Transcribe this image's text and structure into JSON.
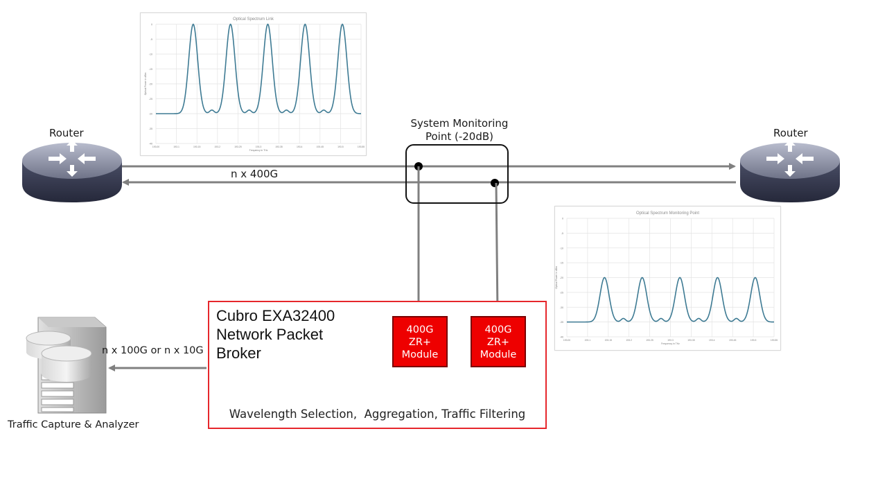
{
  "routers": {
    "left_label": "Router",
    "right_label": "Router"
  },
  "link": {
    "main_label": "n x 400G",
    "capture_label": "n x 100G or n x 10G"
  },
  "monitor": {
    "label_line1": "System Monitoring",
    "label_line2": "Point (-20dB)"
  },
  "npb": {
    "title_line1": "Cubro EXA32400",
    "title_line2": "Network Packet",
    "title_line3": "Broker",
    "footer": "Wavelength Selection,  Aggregation, Traffic Filtering",
    "modules": [
      {
        "line1": "400G",
        "line2": "ZR+",
        "line3": "Module"
      },
      {
        "line1": "400G",
        "line2": "ZR+",
        "line3": "Module"
      }
    ],
    "border_color": "#e6262b",
    "module_color": "#ee0000"
  },
  "analyzer": {
    "label": "Traffic Capture & Analyzer"
  },
  "colors": {
    "arrow": "#808080",
    "spectrum_line": "#3d7a93",
    "router_body": "#3b3f55"
  },
  "chart_data": [
    {
      "type": "line",
      "title": "Optical Spectrum Link",
      "xlabel": "Frequency in THz",
      "ylabel": "Optical Power in dBm",
      "ylim": [
        -40,
        0
      ],
      "yticks": [
        "0",
        "-5",
        "-10",
        "-15",
        "-20",
        "-25",
        "-30",
        "-35",
        "-40"
      ],
      "xticks": [
        "193.00",
        "193.1",
        "193.15",
        "193.2",
        "193.25",
        "193.3",
        "193.35",
        "193.4",
        "193.45",
        "193.5",
        "193.55"
      ],
      "grid": true,
      "series": [
        {
          "peaks_x": [
            193.1,
            193.2,
            193.3,
            193.4,
            193.5
          ],
          "peak_y": 0,
          "floor_y": -30
        }
      ]
    },
    {
      "type": "line",
      "title": "Optical Spectrum Monitoring Point",
      "xlabel": "Frequency in THz",
      "ylabel": "Optical Power in dBm",
      "ylim": [
        -40,
        0
      ],
      "yticks": [
        "0",
        "-5",
        "-10",
        "-15",
        "-20",
        "-25",
        "-30",
        "-35",
        "-40"
      ],
      "xticks": [
        "193.00",
        "193.1",
        "193.15",
        "193.2",
        "193.25",
        "193.3",
        "193.35",
        "193.4",
        "193.45",
        "193.5",
        "193.55"
      ],
      "grid": true,
      "series": [
        {
          "peaks_x": [
            193.1,
            193.2,
            193.3,
            193.4,
            193.5
          ],
          "peak_y": -20,
          "floor_y": -35
        }
      ]
    }
  ]
}
